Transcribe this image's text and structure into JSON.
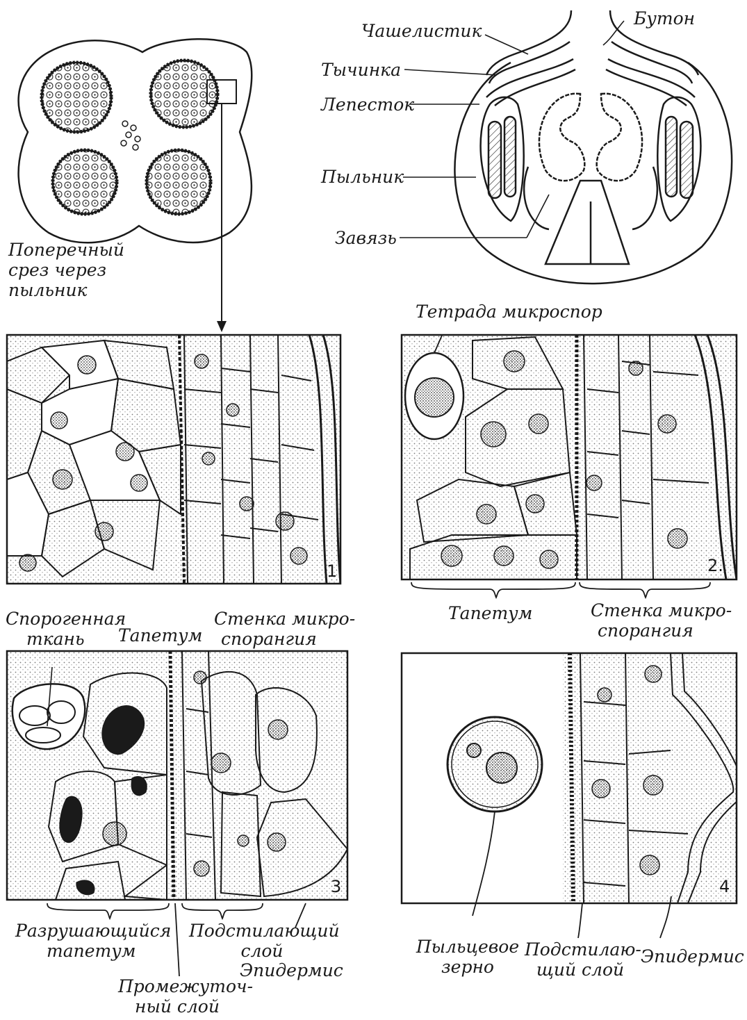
{
  "colors": {
    "ink": "#1a1a1a",
    "paper": "#ffffff",
    "stipple": "#8a8a8a"
  },
  "top_left": {
    "caption": [
      "Поперечный",
      "срез через",
      "пыльник"
    ]
  },
  "top_right": {
    "labels": {
      "sepal": "Чашелистик",
      "bud": "Бутон",
      "stamen": "Тычинка",
      "petal": "Лепесток",
      "anther": "Пыльник",
      "ovary": "Завязь"
    }
  },
  "panel1": {
    "number": "1",
    "labels": {
      "sporogenous": [
        "Спорогенная",
        "ткань"
      ],
      "tapetum": "Тапетум",
      "wall": [
        "Стенка микро-",
        "спорангия"
      ]
    }
  },
  "panel2": {
    "number": "2.",
    "labels": {
      "tetrad": "Тетрада микроспор",
      "tapetum": "Тапетум",
      "wall": [
        "Стенка микро-",
        "спорангия"
      ]
    }
  },
  "panel3": {
    "number": "3",
    "labels": {
      "collapsing_tapetum": [
        "Разрушающийся",
        "тапетум"
      ],
      "underlying_layer": [
        "Подстилающий",
        "слой"
      ],
      "epidermis": "Эпидермис",
      "middle_layer": [
        "Промежуточ-",
        "ный слой"
      ]
    }
  },
  "panel4": {
    "number": "4",
    "labels": {
      "pollen": [
        "Пыльцевое",
        "зерно"
      ],
      "underlying_layer": [
        "Подстилаю-",
        "щий слой"
      ],
      "epidermis": "Эпидермис"
    }
  }
}
